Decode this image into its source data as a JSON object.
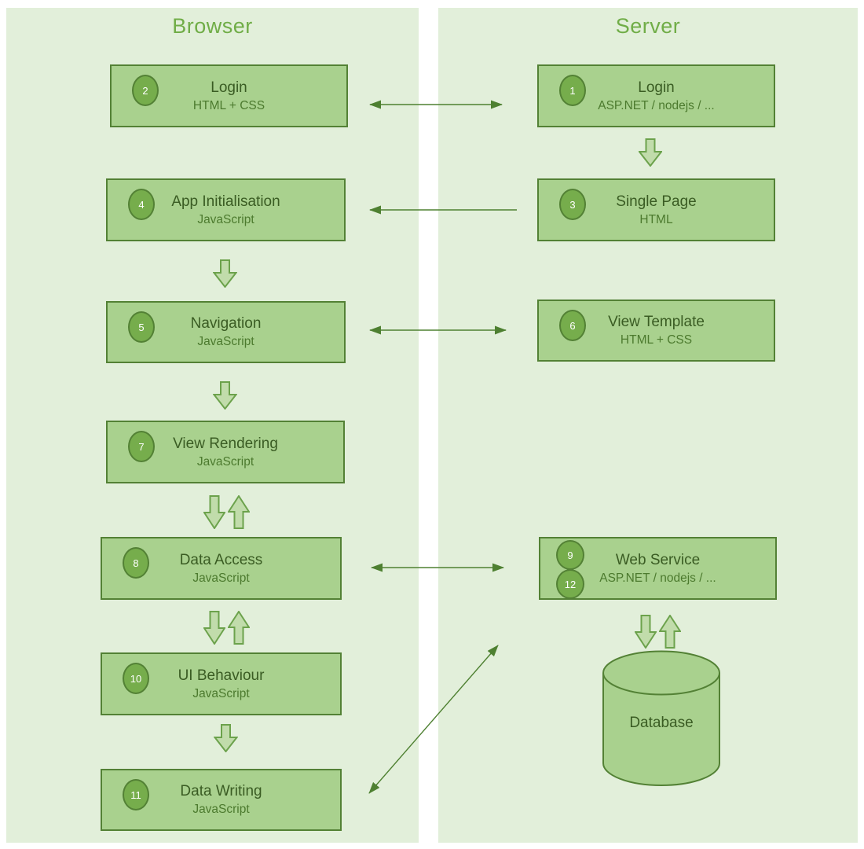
{
  "diagram": {
    "browser_panel": {
      "title": "Browser",
      "nodes": [
        {
          "badge": "2",
          "title": "Login",
          "subtitle": "HTML + CSS"
        },
        {
          "badge": "4",
          "title": "App Initialisation",
          "subtitle": "JavaScript"
        },
        {
          "badge": "5",
          "title": "Navigation",
          "subtitle": "JavaScript"
        },
        {
          "badge": "7",
          "title": "View Rendering",
          "subtitle": "JavaScript"
        },
        {
          "badge": "8",
          "title": "Data Access",
          "subtitle": "JavaScript"
        },
        {
          "badge": "10",
          "title": "UI Behaviour",
          "subtitle": "JavaScript"
        },
        {
          "badge": "11",
          "title": "Data Writing",
          "subtitle": "JavaScript"
        }
      ]
    },
    "server_panel": {
      "title": "Server",
      "nodes": [
        {
          "badge": "1",
          "title": "Login",
          "subtitle": "ASP.NET / nodejs / ..."
        },
        {
          "badge": "3",
          "title": "Single Page",
          "subtitle": "HTML"
        },
        {
          "badge": "6",
          "title": "View Template",
          "subtitle": "HTML + CSS"
        },
        {
          "badge": "9",
          "badge2": "12",
          "title": "Web Service",
          "subtitle": "ASP.NET / nodejs / ..."
        }
      ],
      "database": {
        "label": "Database"
      }
    },
    "colors": {
      "panel_bg": "#e2efda",
      "node_fill": "#a9d18e",
      "node_border": "#538135",
      "badge_fill": "#76ad4c",
      "panel_title_text": "#70ad47",
      "node_title_text": "#3a5c23",
      "node_subtitle_text": "#4c7a2e",
      "thin_arrow": "#4e8031",
      "block_arrow_fill": "#c1dcab",
      "block_arrow_border": "#6ca24c"
    }
  }
}
